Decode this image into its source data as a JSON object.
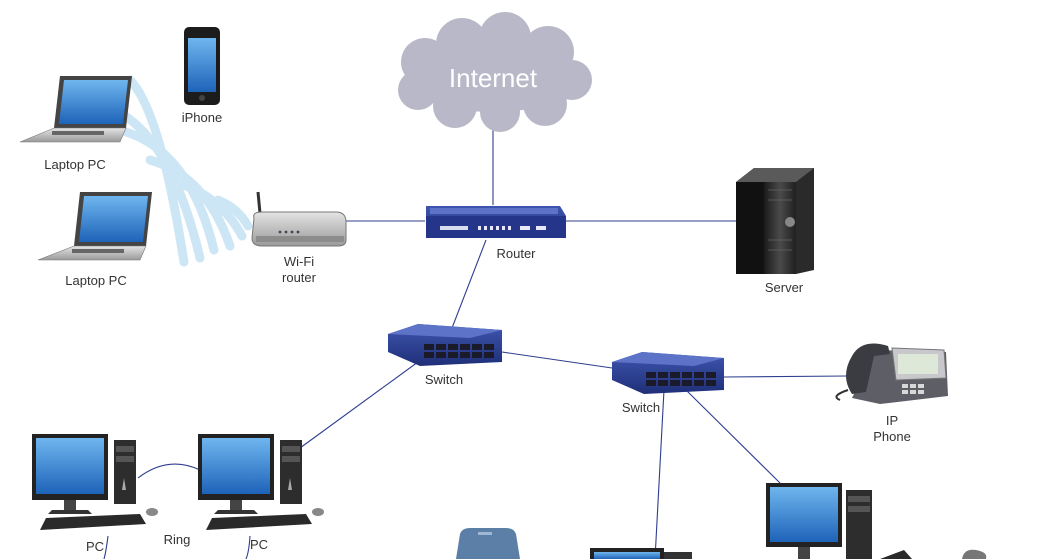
{
  "diagram": {
    "internet_label": "Internet",
    "router_label": "Router",
    "server_label": "Server",
    "wifi_router_label_1": "Wi-Fi",
    "wifi_router_label_2": "router",
    "iphone_label": "iPhone",
    "laptop_top_label": "Laptop PC",
    "laptop_bottom_label": "Laptop PC",
    "switch_left_label": "Switch",
    "switch_right_label": "Switch",
    "ip_phone_label_1": "IP",
    "ip_phone_label_2": "Phone",
    "ring_label": "Ring",
    "pc_left_label": "PC",
    "pc_right_label": "PC"
  },
  "colors": {
    "link": "#2f3f8f",
    "device_blue": "#2a3f8f",
    "cloud": "#b8b8c8",
    "screen_blue": "#3a86d4",
    "wifi_wave": "#cde6f6"
  }
}
